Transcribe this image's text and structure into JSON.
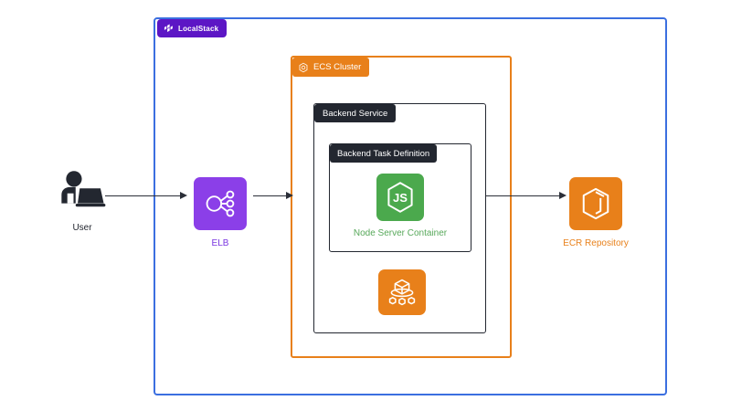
{
  "diagram": {
    "title": "LocalStack ECS architecture diagram",
    "background": "#ffffff"
  },
  "colors": {
    "localstack_blue": "#3b6fe0",
    "localstack_purple": "#5c16c5",
    "elb_purple": "#8b3fe8",
    "elb_label_purple": "#7a35e0",
    "ecs_orange": "#e8801a",
    "node_green": "#4ba94d",
    "node_label_green": "#57a85a",
    "dark": "#232730",
    "arrow": "#2b2f38"
  },
  "containers": {
    "localstack": {
      "badge_label": "LocalStack",
      "badge_icon": "localstack-logo-icon",
      "border_color": "#3b6fe0"
    },
    "ecs_cluster": {
      "badge_label": "ECS Cluster",
      "badge_icon": "ecs-cluster-icon",
      "border_color": "#e8801a"
    },
    "backend_service": {
      "badge_label": "Backend Service",
      "border_color": "#232730"
    },
    "backend_task_definition": {
      "badge_label": "Backend Task Definition",
      "border_color": "#232730"
    }
  },
  "nodes": {
    "user": {
      "label": "User",
      "icon": "user-at-laptop-icon",
      "color": "#232730"
    },
    "elb": {
      "label": "ELB",
      "icon": "elb-load-balancer-icon",
      "color": "#8b3fe8"
    },
    "node_server_container": {
      "label": "Node Server Container",
      "icon": "nodejs-js-hexagon-icon",
      "color": "#4ba94d"
    },
    "ecs_task": {
      "label": "",
      "icon": "ecs-task-cubes-icon",
      "color": "#e8801a"
    },
    "ecr_repository": {
      "label": "ECR Repository",
      "icon": "ecr-cube-icon",
      "color": "#e8801a"
    }
  },
  "connections": [
    {
      "name": "user-to-elb",
      "from": "User",
      "to": "ELB"
    },
    {
      "name": "elb-to-ecs-cluster",
      "from": "ELB",
      "to": "ECS Cluster"
    },
    {
      "name": "backend-service-to-ecr",
      "from": "Backend Service",
      "to": "ECR Repository"
    }
  ]
}
